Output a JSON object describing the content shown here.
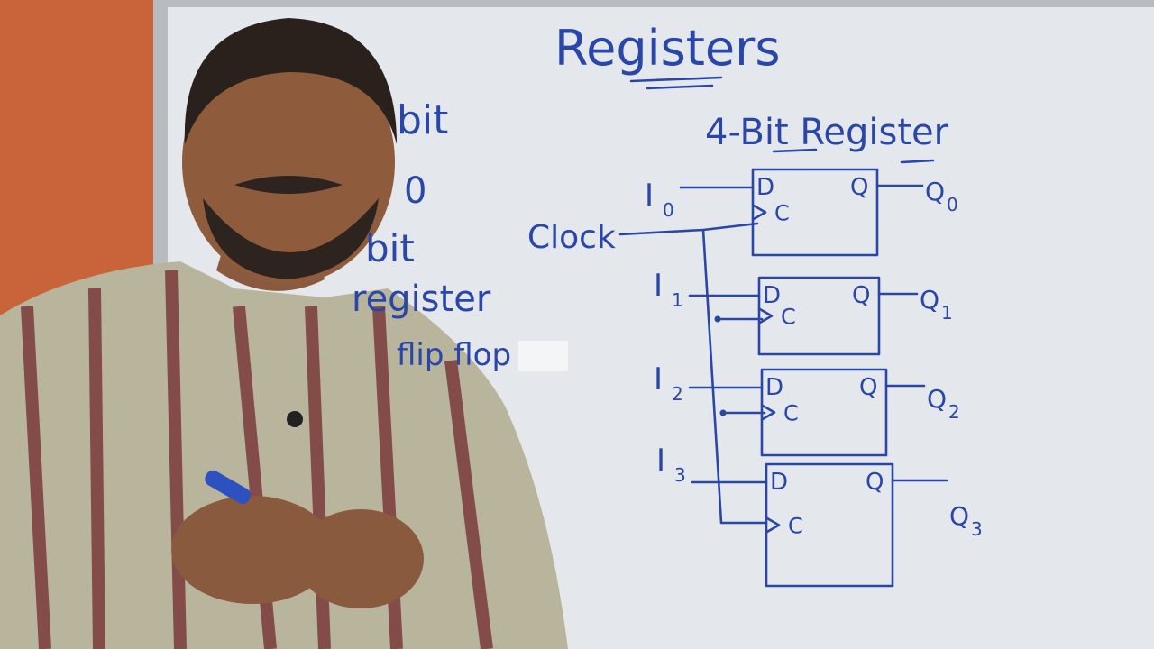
{
  "board": {
    "title": "Registers",
    "subtitle": "4-Bit Register",
    "clock_label": "Clock",
    "partial_left_notes": [
      "bit",
      "0",
      "bit",
      "register",
      "flip flop"
    ],
    "flipflops": [
      {
        "input": "I",
        "input_sub": "0",
        "d": "D",
        "c": "C",
        "q": "Q",
        "output": "Q",
        "output_sub": "0"
      },
      {
        "input": "I",
        "input_sub": "1",
        "d": "D",
        "c": "C",
        "q": "Q",
        "output": "Q",
        "output_sub": "1"
      },
      {
        "input": "I",
        "input_sub": "2",
        "d": "D",
        "c": "C",
        "q": "Q",
        "output": "Q",
        "output_sub": "2"
      },
      {
        "input": "I",
        "input_sub": "3",
        "d": "D",
        "c": "C",
        "q": "Q",
        "output": "Q",
        "output_sub": "3"
      }
    ]
  },
  "colors": {
    "ink": "#2a47a8",
    "wall": "#c9643a",
    "board": "#e6eaee",
    "shirt": "#b9b59d",
    "stripe": "#7a3a3a"
  }
}
